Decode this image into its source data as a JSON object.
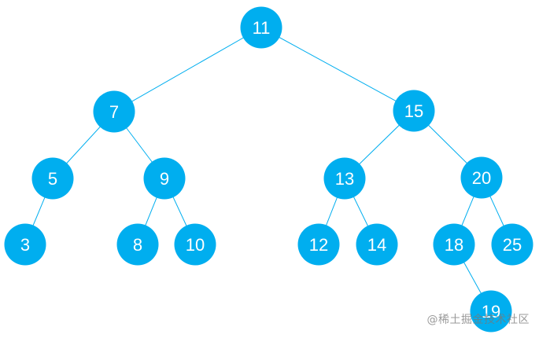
{
  "tree": {
    "colors": {
      "node_fill": "#00AEEF",
      "edge": "#00AEEF",
      "label": "#ffffff"
    },
    "nodes": [
      {
        "id": "n11",
        "label": "11"
      },
      {
        "id": "n7",
        "label": "7"
      },
      {
        "id": "n15",
        "label": "15"
      },
      {
        "id": "n5",
        "label": "5"
      },
      {
        "id": "n9",
        "label": "9"
      },
      {
        "id": "n13",
        "label": "13"
      },
      {
        "id": "n20",
        "label": "20"
      },
      {
        "id": "n3",
        "label": "3"
      },
      {
        "id": "n8",
        "label": "8"
      },
      {
        "id": "n10",
        "label": "10"
      },
      {
        "id": "n12",
        "label": "12"
      },
      {
        "id": "n14",
        "label": "14"
      },
      {
        "id": "n18",
        "label": "18"
      },
      {
        "id": "n25",
        "label": "25"
      },
      {
        "id": "n19",
        "label": "19"
      }
    ],
    "edges": [
      [
        "n11",
        "n7"
      ],
      [
        "n11",
        "n15"
      ],
      [
        "n7",
        "n5"
      ],
      [
        "n7",
        "n9"
      ],
      [
        "n15",
        "n13"
      ],
      [
        "n15",
        "n20"
      ],
      [
        "n5",
        "n3"
      ],
      [
        "n9",
        "n8"
      ],
      [
        "n9",
        "n10"
      ],
      [
        "n13",
        "n12"
      ],
      [
        "n13",
        "n14"
      ],
      [
        "n20",
        "n18"
      ],
      [
        "n20",
        "n25"
      ],
      [
        "n18",
        "n19"
      ]
    ]
  },
  "watermark": {
    "text": "@稀土掘金技术社区"
  }
}
